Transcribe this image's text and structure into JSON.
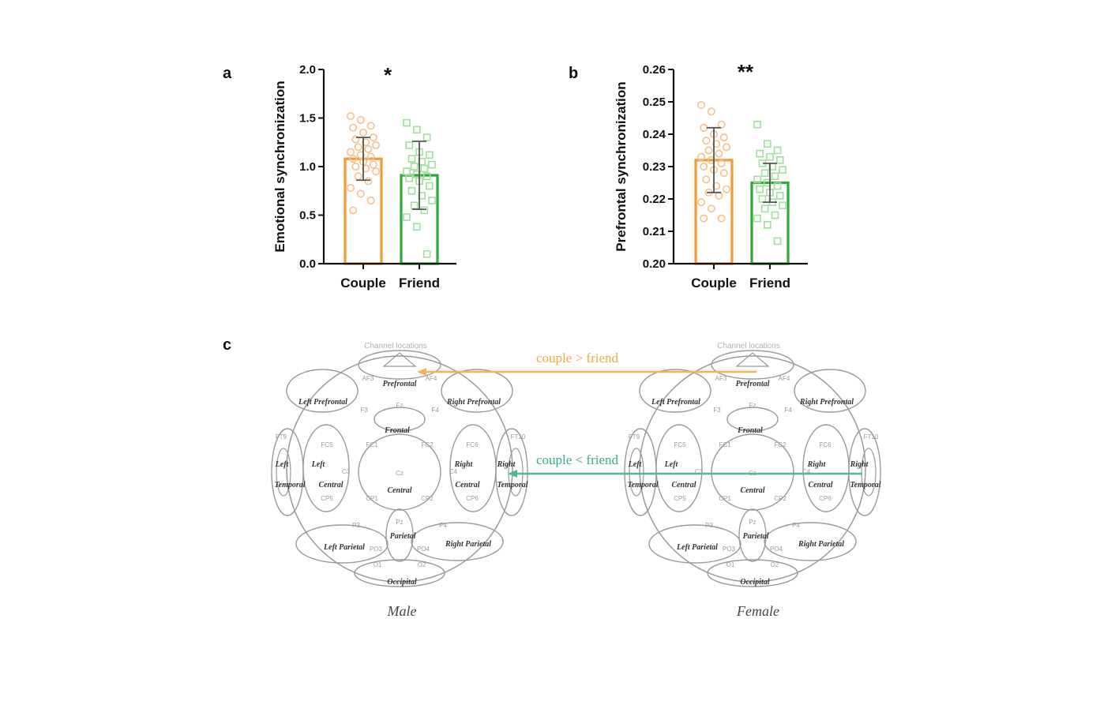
{
  "panels": {
    "a": "a",
    "b": "b",
    "c": "c"
  },
  "colors": {
    "couple": "#f39a33",
    "friend": "#2fa83a",
    "couple_light": "#f5c08a",
    "friend_light": "#9fe09c",
    "teal": "#3aaa8f",
    "outline": "#9a9a9a"
  },
  "chart_data": [
    {
      "type": "bar",
      "panel": "a",
      "ylabel": "Emotional synchronization",
      "categories": [
        "Couple",
        "Friend"
      ],
      "values": [
        1.08,
        0.91
      ],
      "error": [
        0.22,
        0.35
      ],
      "ylim": [
        0.0,
        2.0
      ],
      "yticks": [
        0.0,
        0.5,
        1.0,
        1.5,
        2.0
      ],
      "ytick_labels": [
        "0.0",
        "0.5",
        "1.0",
        "1.5",
        "2.0"
      ],
      "significance": "*",
      "points": [
        [
          1.52,
          1.48,
          1.42,
          1.4,
          1.35,
          1.3,
          1.28,
          1.25,
          1.22,
          1.2,
          1.18,
          1.15,
          1.12,
          1.1,
          1.08,
          1.05,
          1.02,
          1.0,
          0.98,
          0.95,
          0.9,
          0.85,
          0.78,
          0.72,
          0.65,
          0.55
        ],
        [
          1.45,
          1.38,
          1.3,
          1.22,
          1.15,
          1.12,
          1.08,
          1.05,
          1.02,
          1.0,
          0.98,
          0.95,
          0.92,
          0.9,
          0.88,
          0.85,
          0.8,
          0.75,
          0.7,
          0.65,
          0.6,
          0.55,
          0.48,
          0.38,
          0.1
        ]
      ]
    },
    {
      "type": "bar",
      "panel": "b",
      "ylabel": "Prefrontal synchronization",
      "categories": [
        "Couple",
        "Friend"
      ],
      "values": [
        0.232,
        0.225
      ],
      "error": [
        0.01,
        0.006
      ],
      "ylim": [
        0.2,
        0.26
      ],
      "yticks": [
        0.2,
        0.21,
        0.22,
        0.23,
        0.24,
        0.25,
        0.26
      ],
      "ytick_labels": [
        "0.20",
        "0.21",
        "0.22",
        "0.23",
        "0.24",
        "0.25",
        "0.26"
      ],
      "significance": "**",
      "points": [
        [
          0.249,
          0.247,
          0.243,
          0.242,
          0.24,
          0.239,
          0.238,
          0.237,
          0.236,
          0.235,
          0.234,
          0.233,
          0.232,
          0.231,
          0.23,
          0.229,
          0.228,
          0.226,
          0.224,
          0.223,
          0.222,
          0.221,
          0.219,
          0.217,
          0.214,
          0.214
        ],
        [
          0.243,
          0.237,
          0.235,
          0.234,
          0.233,
          0.232,
          0.231,
          0.23,
          0.229,
          0.228,
          0.227,
          0.226,
          0.225,
          0.224,
          0.223,
          0.222,
          0.221,
          0.22,
          0.219,
          0.218,
          0.217,
          0.215,
          0.214,
          0.212,
          0.207
        ]
      ]
    }
  ],
  "brain": {
    "channel_title": "Channel locations",
    "regions": {
      "prefrontal": "Prefrontal",
      "left_prefrontal": "Left Prefrontal",
      "right_prefrontal": "Right Prefrontal",
      "frontal": "Frontal",
      "left": "Left",
      "right": "Right",
      "temporal": "Temporal",
      "central": "Central",
      "left_parietal": "Left Parietal",
      "right_parietal": "Right Parietal",
      "parietal": "Parietal",
      "occipital": "Occipital"
    },
    "channels": [
      "AF3",
      "AF4",
      "F3",
      "F4",
      "Fz",
      "FC5",
      "FC6",
      "FC1",
      "FC2",
      "C3",
      "C4",
      "Cz",
      "CP5",
      "CP6",
      "CP1",
      "CP2",
      "P3",
      "P4",
      "Pz",
      "PO3",
      "PO4",
      "O1",
      "O2",
      "FT9",
      "FT10"
    ],
    "left_label": "Male",
    "right_label": "Female",
    "contrast_top": "couple > friend",
    "contrast_mid": "couple < friend"
  }
}
